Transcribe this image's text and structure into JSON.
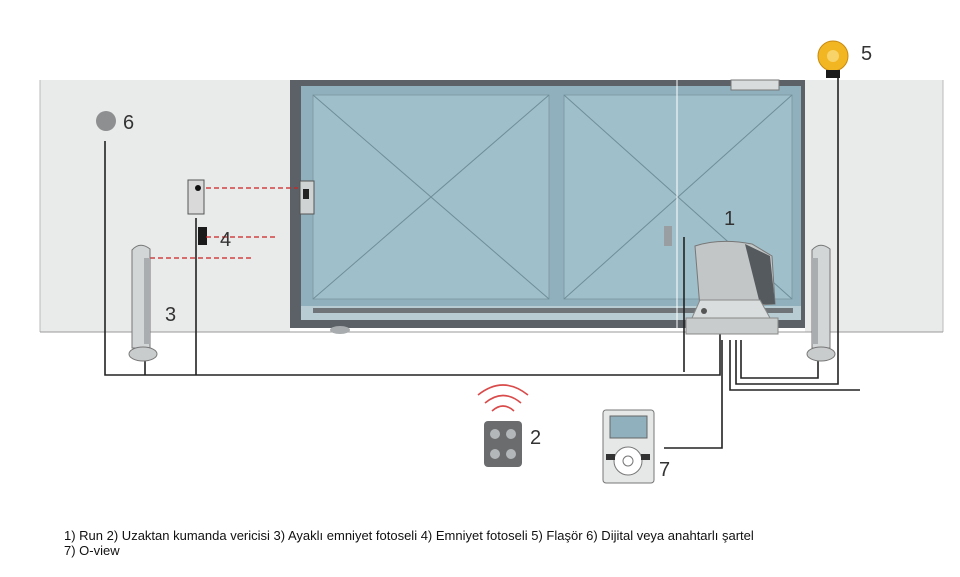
{
  "diagram": {
    "labels": {
      "run_motor": "1",
      "remote": "2",
      "post_photocell": "3",
      "photocell": "4",
      "flasher": "5",
      "key_switch": "6",
      "oview": "7"
    },
    "colors": {
      "gate_panel": "#9fbfca",
      "gate_frame": "#555a5e",
      "wall": "#e9eaea",
      "photocell_beam": "#cc2222",
      "flasher": "#f2b622",
      "remote_waves": "#d94a4a",
      "wire": "#222222"
    }
  },
  "legend": {
    "line1": "1) Run  2) Uzaktan kumanda vericisi  3) Ayaklı emniyet fotoseli  4) Emniyet fotoseli  5) Flaşör  6) Dijital veya anahtarlı şartel",
    "line2": "7) O-view"
  }
}
